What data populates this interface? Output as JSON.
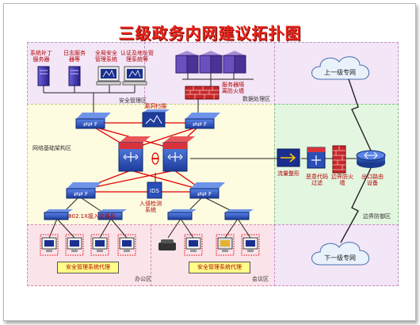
{
  "title": "三级政务内网建议拓扑图",
  "zones": {
    "security_mgmt": "安全管理区",
    "data_processing": "数据处理区",
    "backbone": "网络基础架构区",
    "boundary": "边界防御区",
    "office": "办公区",
    "meeting": "会议区"
  },
  "labels": {
    "server_cert": "系统补丁\n服务器",
    "server_log": "日志服务\n器等",
    "security_mgmt_sys": "全局安全\n管理系统",
    "auth_mgmt_sys": "认证及地址管\n理系统等",
    "server_firewall": "服务器隔\n离防火墙",
    "vuln_scan": "漏洞扫描",
    "ids": "入侵检测\n系统",
    "access_switch": "802.1X接入交换机",
    "flow_control": "流量整形",
    "code_filter": "恶意代码\n过滤",
    "boundary_fw": "边界防火\n墙",
    "egress_router": "出口路由\n设备",
    "upper_net": "上一级专网",
    "lower_net": "下一级专网",
    "agent_office": "安全管理系统代理",
    "agent_meeting": "安全管理系统代理"
  },
  "colors": {
    "title": "#e8251b",
    "zone_mgmt": "#f3e6f7",
    "zone_backbone": "#fdfbe0",
    "zone_boundary": "#e3f6e0",
    "zone_lan": "#fbe3ea",
    "link_red": "#e00000",
    "link_dark": "#222222",
    "switch_blue": "#2a4fb8",
    "cloud": "#e9f1fb"
  },
  "icons": [
    "server-icon",
    "workstation-icon",
    "disk-array-icon",
    "firewall-icon",
    "router-icon",
    "switch-icon",
    "ids-icon",
    "cloud-icon",
    "phone-icon",
    "terminal-icon"
  ]
}
